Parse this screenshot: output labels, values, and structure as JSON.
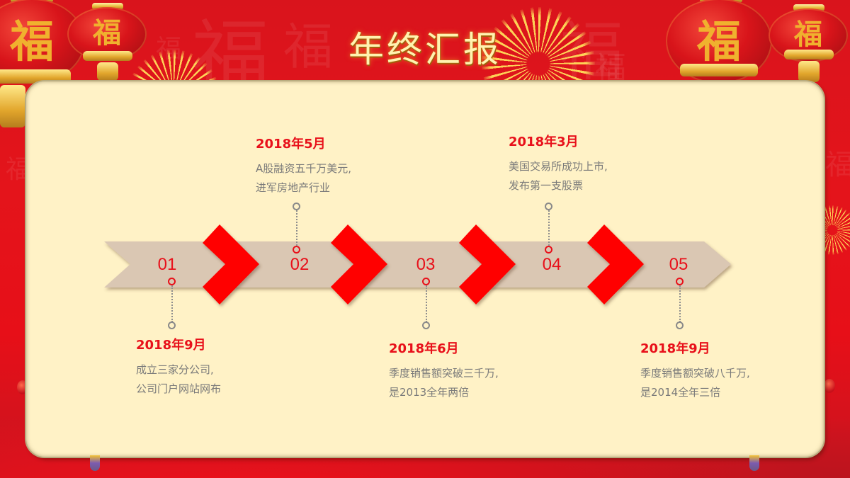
{
  "slide": {
    "title": "年终汇报",
    "colors": {
      "background_red": "#e4141b",
      "panel": "#fff2c6",
      "accent_red": "#ff0000",
      "band": "#dac7b3",
      "date_red": "#e8101a",
      "body_grey": "#7a7a7a",
      "title_gold": "#fff3b0"
    },
    "decorations": {
      "lantern_glyph": "福",
      "watermark_glyph": "福"
    }
  },
  "timeline": {
    "steps": [
      {
        "number": "01",
        "date": "2018年9月",
        "lines": [
          "成立三家分公司,",
          "公司门户网站网布"
        ],
        "position": "below"
      },
      {
        "number": "02",
        "date": "2018年5月",
        "lines": [
          "A股融资五千万美元,",
          "进军房地产行业"
        ],
        "position": "above"
      },
      {
        "number": "03",
        "date": "2018年6月",
        "lines": [
          "季度销售额突破三千万,",
          "是2013全年两倍"
        ],
        "position": "below"
      },
      {
        "number": "04",
        "date": "2018年3月",
        "lines": [
          "美国交易所成功上市,",
          "发布第一支股票"
        ],
        "position": "above"
      },
      {
        "number": "05",
        "date": "2018年9月",
        "lines": [
          "季度销售额突破八千万,",
          "是2014全年三倍"
        ],
        "position": "below"
      }
    ]
  }
}
